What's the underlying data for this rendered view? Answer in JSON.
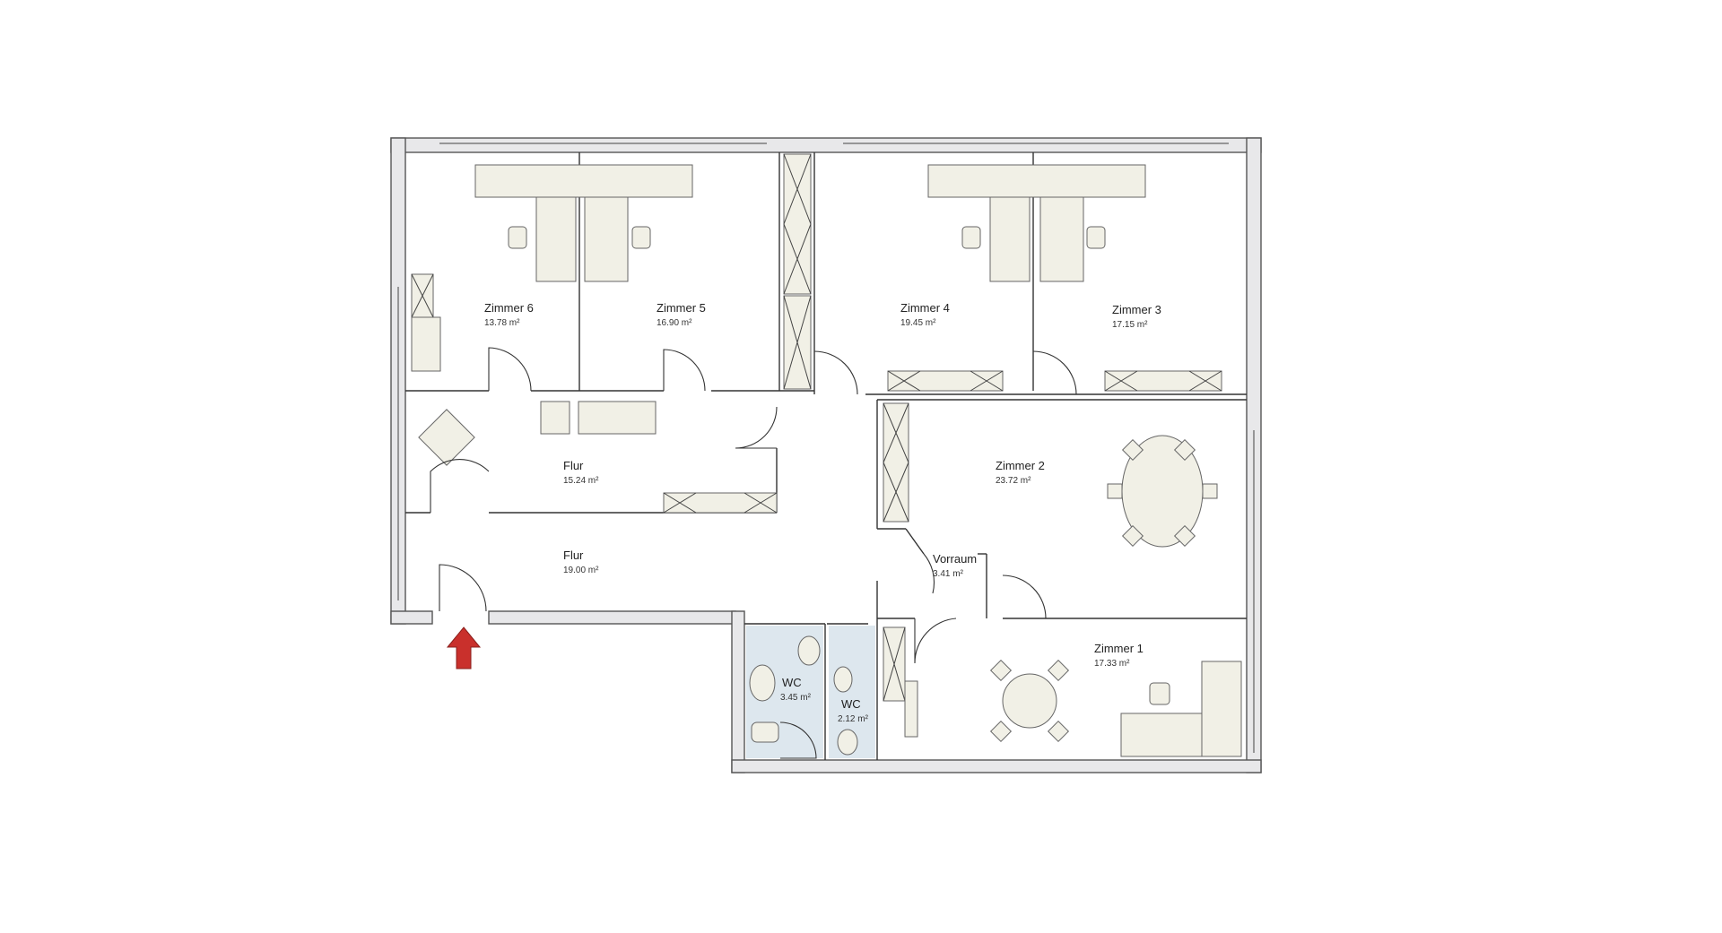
{
  "floorplan": {
    "rooms": [
      {
        "id": "zimmer6",
        "name": "Zimmer 6",
        "area": "13.78 m²"
      },
      {
        "id": "zimmer5",
        "name": "Zimmer 5",
        "area": "16.90 m²"
      },
      {
        "id": "zimmer4",
        "name": "Zimmer 4",
        "area": "19.45 m²"
      },
      {
        "id": "zimmer3",
        "name": "Zimmer 3",
        "area": "17.15 m²"
      },
      {
        "id": "flur1",
        "name": "Flur",
        "area": "15.24 m²"
      },
      {
        "id": "zimmer2",
        "name": "Zimmer 2",
        "area": "23.72 m²"
      },
      {
        "id": "flur2",
        "name": "Flur",
        "area": "19.00 m²"
      },
      {
        "id": "vorraum",
        "name": "Vorraum",
        "area": "3.41 m²"
      },
      {
        "id": "wc1",
        "name": "WC",
        "area": "3.45 m²"
      },
      {
        "id": "wc2",
        "name": "WC",
        "area": "2.12 m²"
      },
      {
        "id": "zimmer1",
        "name": "Zimmer 1",
        "area": "17.33 m²"
      }
    ],
    "colors": {
      "wall_fill": "#e8e8ea",
      "wall_stroke": "#555555",
      "furniture": "#f1f0e6",
      "entrance_arrow": "#c9302c",
      "wc_tile": "#dde7ee"
    },
    "icons": [
      "entrance-arrow-icon",
      "office-chair-icon",
      "armchair-icon",
      "toilet-icon",
      "washbasin-icon"
    ]
  }
}
